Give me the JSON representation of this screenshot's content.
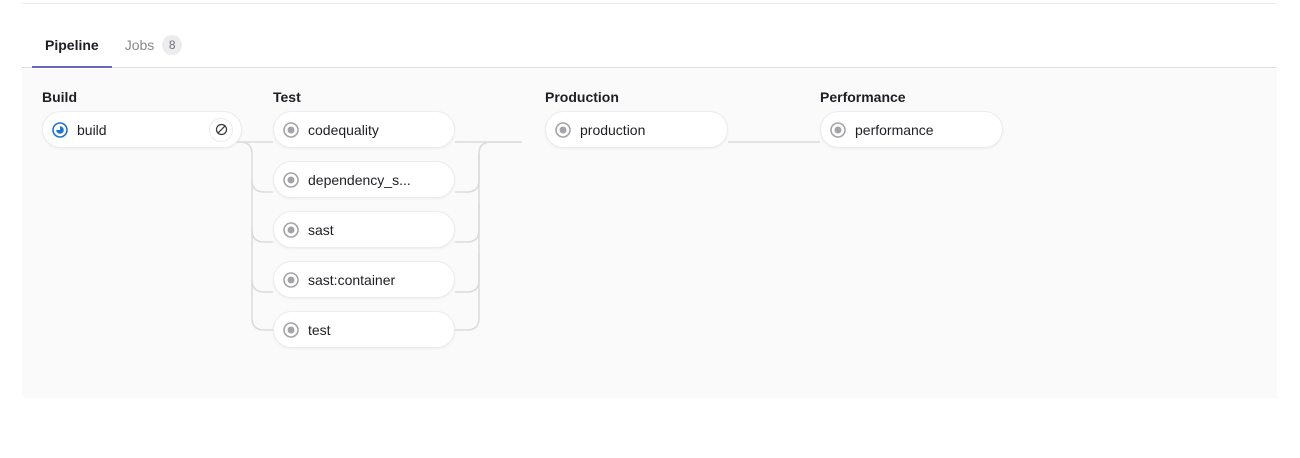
{
  "tabs": [
    {
      "label": "Pipeline",
      "active": true,
      "badge": null
    },
    {
      "label": "Jobs",
      "active": false,
      "badge": "8"
    }
  ],
  "pipeline": {
    "stages": [
      {
        "name": "Build",
        "jobs": [
          {
            "label": "build",
            "status": "running",
            "status_icon": "status-running-icon",
            "status_color": "#1f75cb",
            "action": "cancel",
            "action_icon": "cancel-icon"
          }
        ]
      },
      {
        "name": "Test",
        "jobs": [
          {
            "label": "codequality",
            "status": "created",
            "status_icon": "status-created-icon",
            "status_color": "#a4a3a8",
            "action": null,
            "action_icon": null
          },
          {
            "label": "dependency_s...",
            "status": "created",
            "status_icon": "status-created-icon",
            "status_color": "#a4a3a8",
            "action": null,
            "action_icon": null
          },
          {
            "label": "sast",
            "status": "created",
            "status_icon": "status-created-icon",
            "status_color": "#a4a3a8",
            "action": null,
            "action_icon": null
          },
          {
            "label": "sast:container",
            "status": "created",
            "status_icon": "status-created-icon",
            "status_color": "#a4a3a8",
            "action": null,
            "action_icon": null
          },
          {
            "label": "test",
            "status": "created",
            "status_icon": "status-created-icon",
            "status_color": "#a4a3a8",
            "action": null,
            "action_icon": null
          }
        ]
      },
      {
        "name": "Production",
        "jobs": [
          {
            "label": "production",
            "status": "created",
            "status_icon": "status-created-icon",
            "status_color": "#a4a3a8",
            "action": null,
            "action_icon": null
          }
        ]
      },
      {
        "name": "Performance",
        "jobs": [
          {
            "label": "performance",
            "status": "created",
            "status_icon": "status-created-icon",
            "status_color": "#a4a3a8",
            "action": null,
            "action_icon": null
          }
        ]
      }
    ]
  },
  "colors": {
    "accent": "#6666c4",
    "panel_bg": "#fafafa",
    "connector": "#dcdcde",
    "text": "#1f1e24",
    "muted_text": "#89888d"
  }
}
